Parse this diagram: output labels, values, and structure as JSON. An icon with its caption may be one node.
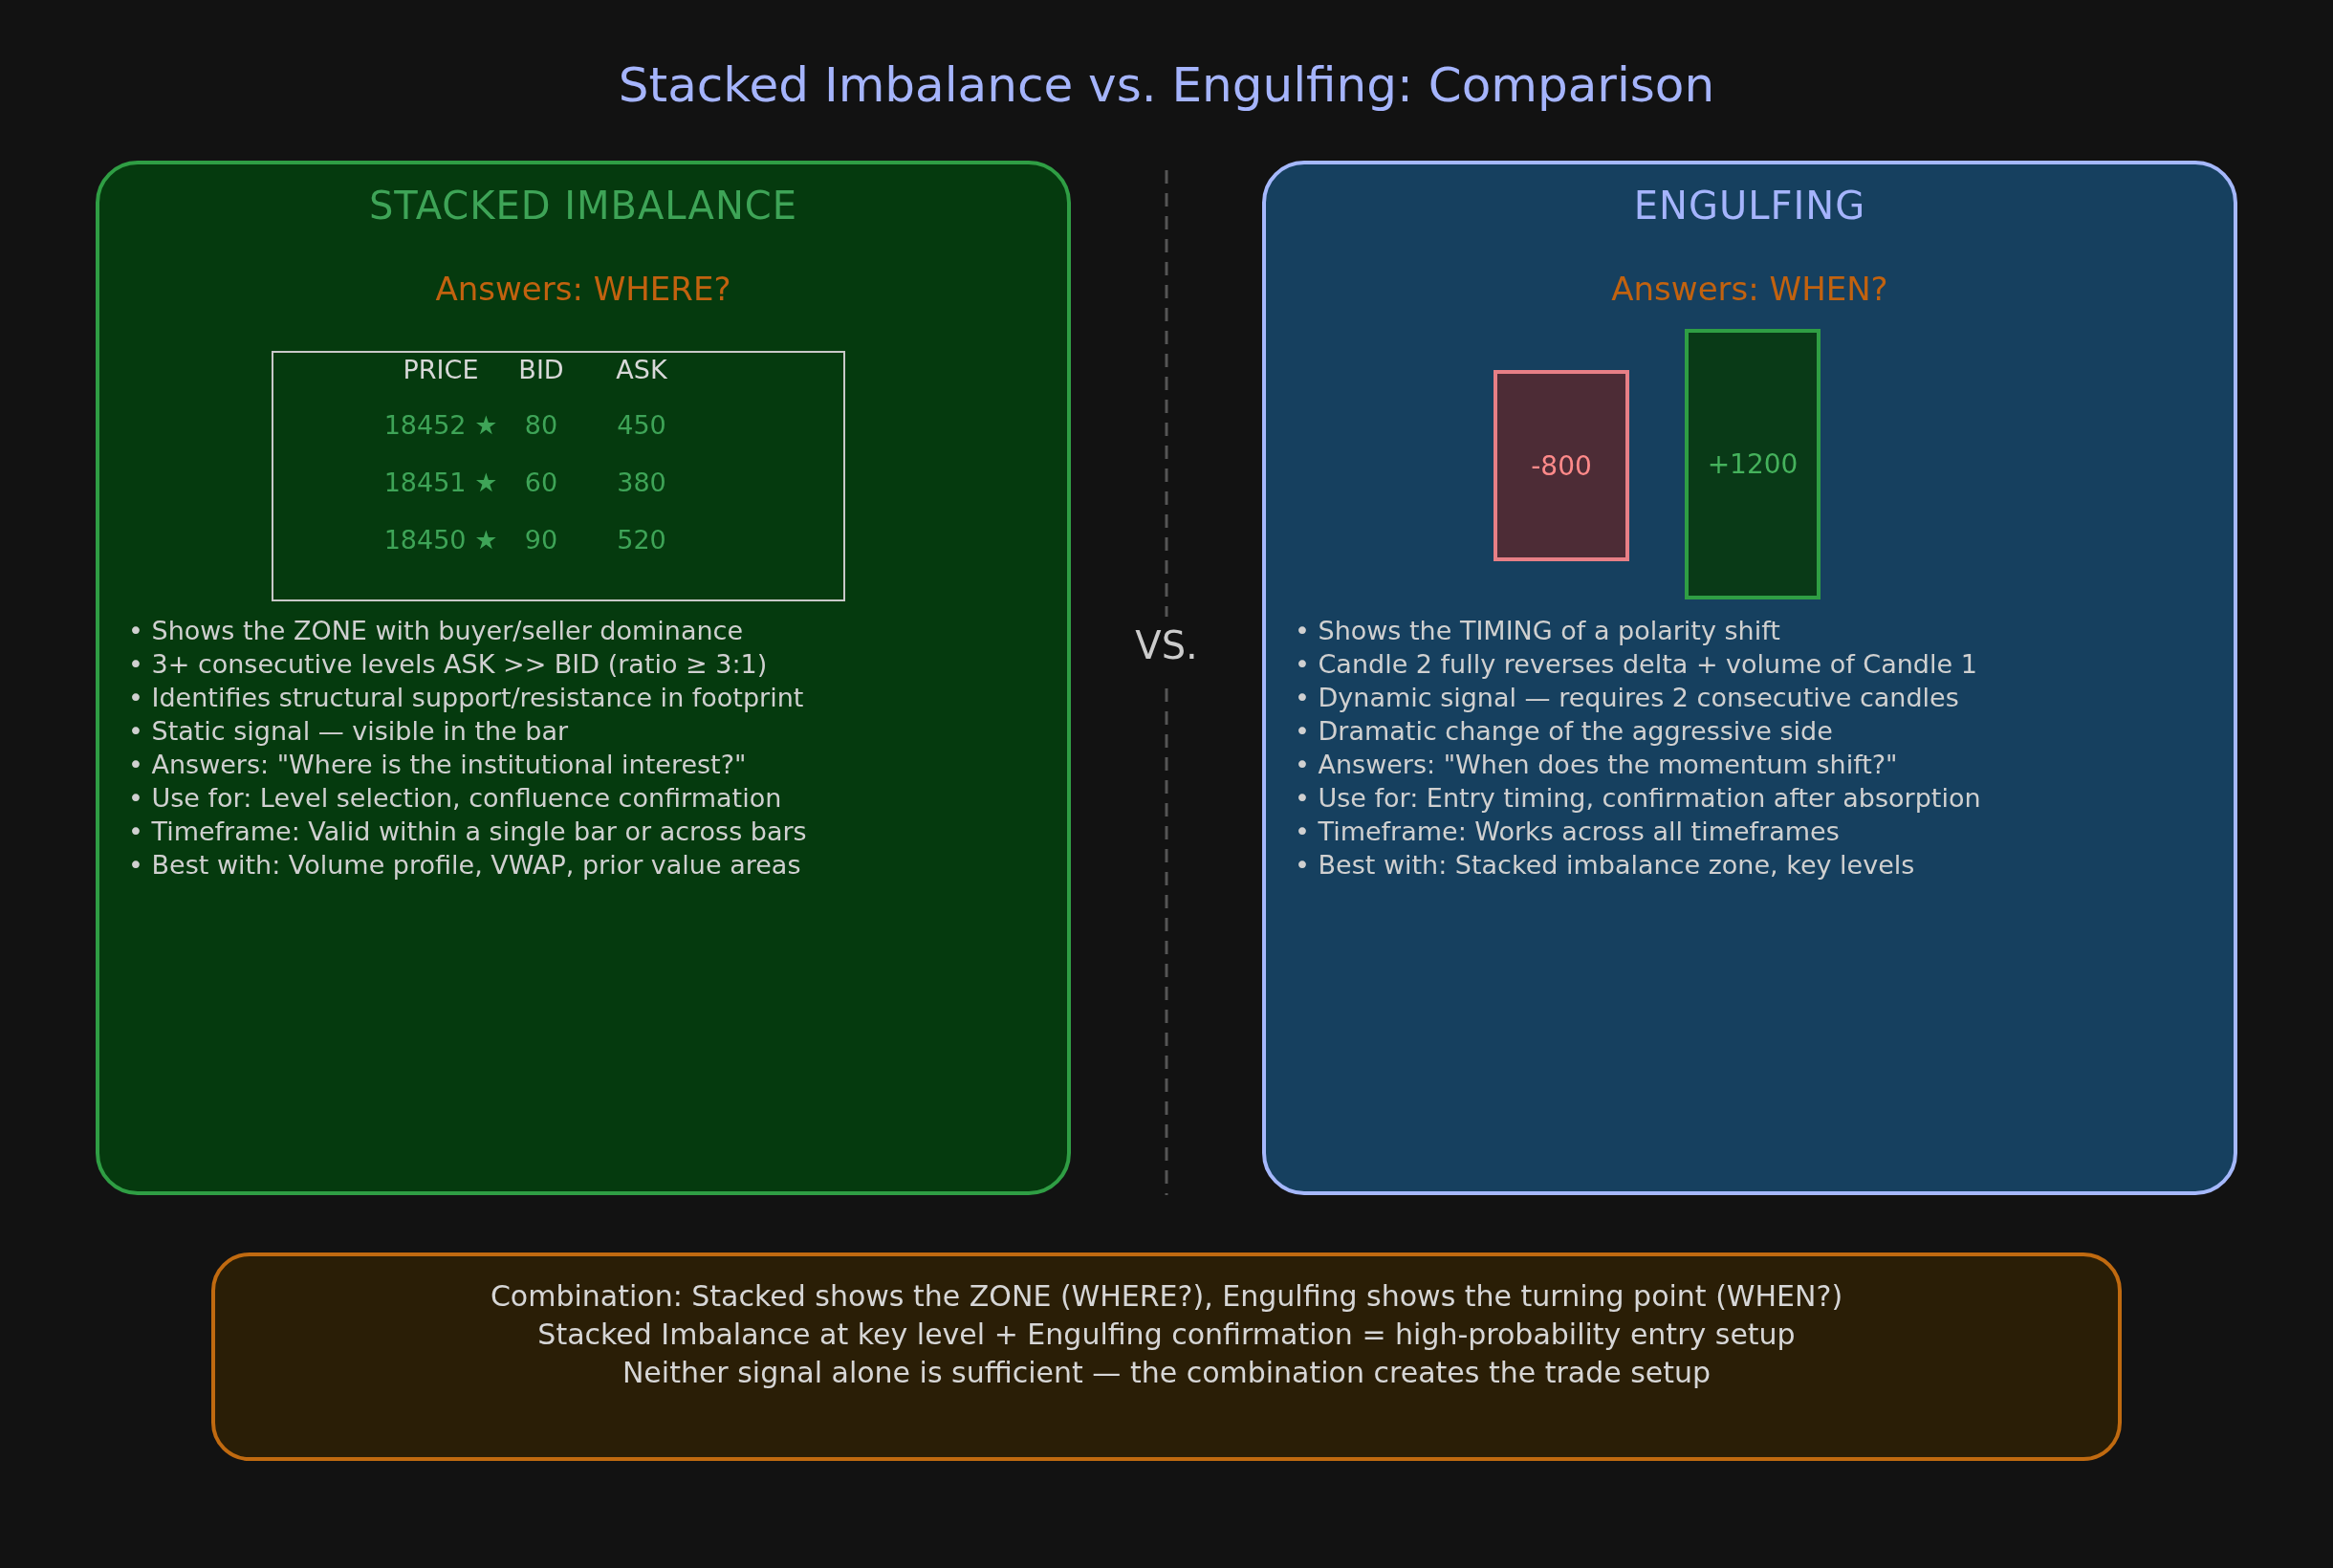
{
  "diagram": {
    "title": "Stacked Imbalance vs. Engulfing: Comparison",
    "nodes": [
      {
        "text": [
          "STACKED IMBALANCE",
          "Answers: WHERE?",
          "• Shows the ZONE with buyer/seller dominance",
          "• 3+ consecutive levels ASK >> BID (ratio ≥ 3:1)",
          "• Identifies structural support/resistance in footprint",
          "• Static signal — visible in the bar",
          "• Answers: \"Where is the institutional interest?\"",
          "• Use for: Level selection, confluence confirmation",
          "• Timeframe: Valid within a single bar or across bars",
          "• Best with: Volume profile, VWAP, prior value areas"
        ]
      },
      {
        "text": [
          "PRICE",
          "BID",
          "ASK",
          "18452 ★",
          "80",
          "450",
          "18451 ★",
          "60",
          "380",
          "18450 ★",
          "90",
          "520"
        ],
        "in": 0
      },
      {
        "text": [
          "ENGULFING",
          "Answers: WHEN?",
          "• Shows the TIMING of a polarity shift",
          "• Candle 2 fully reverses delta + volume of Candle 1",
          "• Dynamic signal — requires 2 consecutive candles",
          "• Dramatic change of the aggressive side",
          "• Answers: \"When does the momentum shift?\"",
          "• Use for: Entry timing, confirmation after absorption",
          "• Timeframe: Works across all timeframes",
          "• Best with: Stacked imbalance zone, key levels"
        ]
      },
      {
        "text": [
          "-800"
        ],
        "in": 2
      },
      {
        "text": [
          "+1200"
        ],
        "in": 2
      },
      {
        "text": [
          "Combination: Stacked shows the ZONE (WHERE?), Engulfing shows the turning point (WHEN?)",
          "Stacked Imbalance at key level + Engulfing confirmation = high-probability entry setup",
          "Neither signal alone is sufficient — the combination creates the trade setup"
        ]
      }
    ],
    "labels": [
      "VS."
    ]
  }
}
